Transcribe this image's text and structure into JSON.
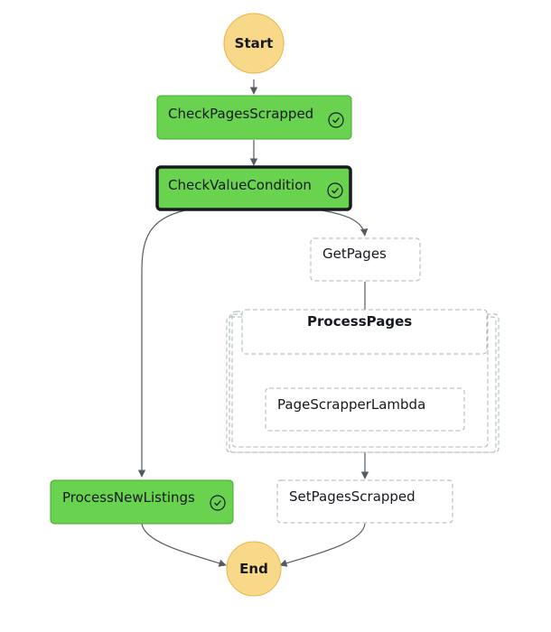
{
  "diagram": {
    "start": "Start",
    "end": "End",
    "states": {
      "check_pages_scrapped": {
        "label": "CheckPagesScrapped",
        "status": "succeeded"
      },
      "check_value_condition": {
        "label": "CheckValueCondition",
        "status": "succeeded"
      },
      "process_new_listings": {
        "label": "ProcessNewListings",
        "status": "succeeded"
      },
      "get_pages": {
        "label": "GetPages",
        "status": "not-run"
      },
      "process_pages": {
        "label": "ProcessPages",
        "status": "not-run"
      },
      "page_scrapper_lambda": {
        "label": "PageScrapperLambda",
        "status": "not-run"
      },
      "set_pages_scrapped": {
        "label": "SetPagesScrapped",
        "status": "not-run"
      }
    },
    "colors": {
      "terminal_fill": "#f8d98a",
      "terminal_stroke": "#e8b54a",
      "succeeded_fill": "#69d24e",
      "succeeded_stroke": "#45a535",
      "selected_stroke": "#16191f",
      "not_run_stroke": "#aab7b8",
      "edge": "#545b64"
    },
    "icons": {
      "succeeded": "check-circle-icon"
    }
  }
}
